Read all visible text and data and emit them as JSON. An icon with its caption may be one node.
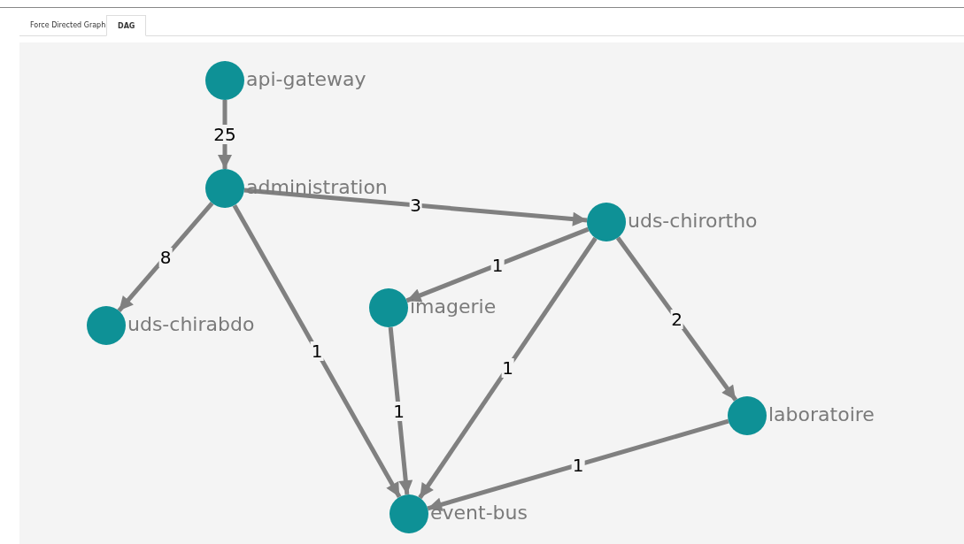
{
  "diagram": {
    "nodes": [
      {
        "text": [],
        "shape": "circle",
        "beside": [
          "api-gateway"
        ]
      },
      {
        "text": [],
        "shape": "circle",
        "beside": [
          "administration"
        ]
      },
      {
        "text": [],
        "shape": "circle",
        "beside": [
          "uds-chirabdo"
        ]
      },
      {
        "text": [],
        "shape": "circle",
        "beside": [
          "imagerie"
        ]
      },
      {
        "text": [],
        "shape": "circle",
        "beside": [
          "uds-chirortho"
        ]
      },
      {
        "text": [],
        "shape": "circle",
        "beside": [
          "laboratoire"
        ]
      },
      {
        "text": [],
        "shape": "circle",
        "beside": [
          "event-bus"
        ]
      }
    ],
    "edges": [
      {
        "from": 0,
        "to": 1,
        "arrow": "to",
        "label": "25"
      },
      {
        "from": 1,
        "to": 4,
        "arrow": "to",
        "label": "3"
      },
      {
        "from": 1,
        "to": 2,
        "arrow": "to",
        "label": "8"
      },
      {
        "from": 1,
        "to": 6,
        "arrow": "to",
        "label": "1"
      },
      {
        "from": 4,
        "to": 3,
        "arrow": "to",
        "label": "1"
      },
      {
        "from": 4,
        "to": 6,
        "arrow": "to",
        "label": "1"
      },
      {
        "from": 4,
        "to": 5,
        "arrow": "to",
        "label": "2"
      },
      {
        "from": 3,
        "to": 6,
        "arrow": "to",
        "label": "1"
      },
      {
        "from": 5,
        "to": 6,
        "arrow": "to",
        "label": "1"
      }
    ],
    "labels": [
      "Force Directed Graph",
      "DAG"
    ]
  }
}
